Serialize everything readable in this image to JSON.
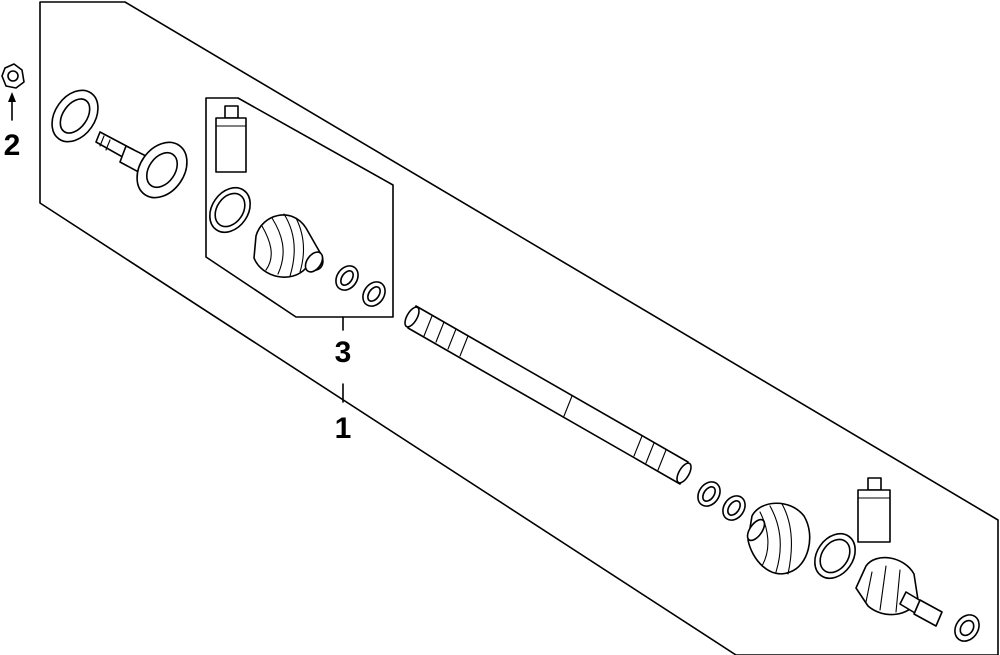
{
  "callouts": {
    "c1": "1",
    "c2": "2",
    "c3": "3"
  },
  "colors": {
    "ink": "#000000",
    "background": "#ffffff"
  }
}
